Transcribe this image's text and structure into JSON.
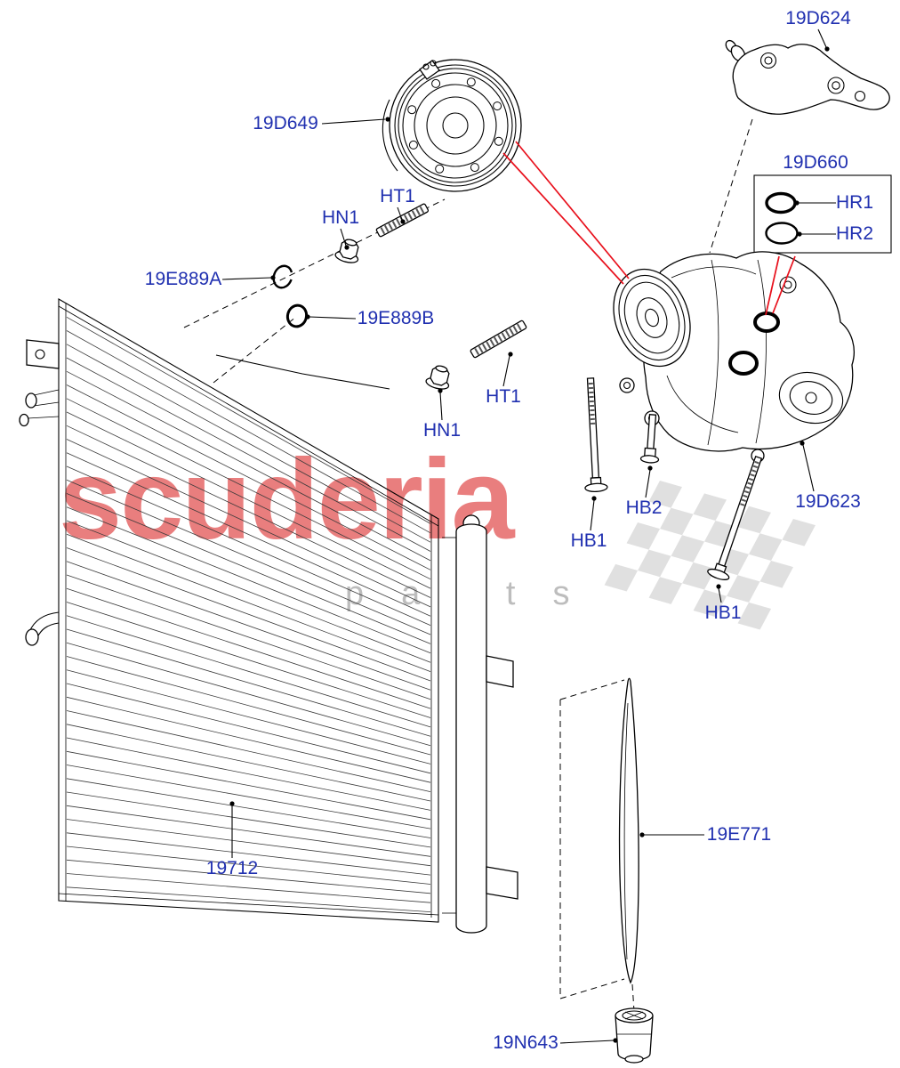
{
  "watermark": {
    "primary": "scuderia",
    "secondary": "parts"
  },
  "labels": [
    {
      "part": "19D624"
    },
    {
      "part": "19D649"
    },
    {
      "part": "19D660"
    },
    {
      "part": "HR1"
    },
    {
      "part": "HR2"
    },
    {
      "part": "HT1"
    },
    {
      "part": "HN1"
    },
    {
      "part": "19E889A"
    },
    {
      "part": "19E889B"
    },
    {
      "part": "HT1"
    },
    {
      "part": "HN1"
    },
    {
      "part": "HB1"
    },
    {
      "part": "HB2"
    },
    {
      "part": "19D623"
    },
    {
      "part": "HB1"
    },
    {
      "part": "19712"
    },
    {
      "part": "19E771"
    },
    {
      "part": "19N643"
    }
  ],
  "colors": {
    "label_text": "#2030b0",
    "leader_line": "#000000",
    "highlight_arrow": "#e8101c",
    "watermark_red": "#d50000",
    "watermark_gray": "#9a9a9a",
    "flag_gray": "#c6c6c6"
  }
}
